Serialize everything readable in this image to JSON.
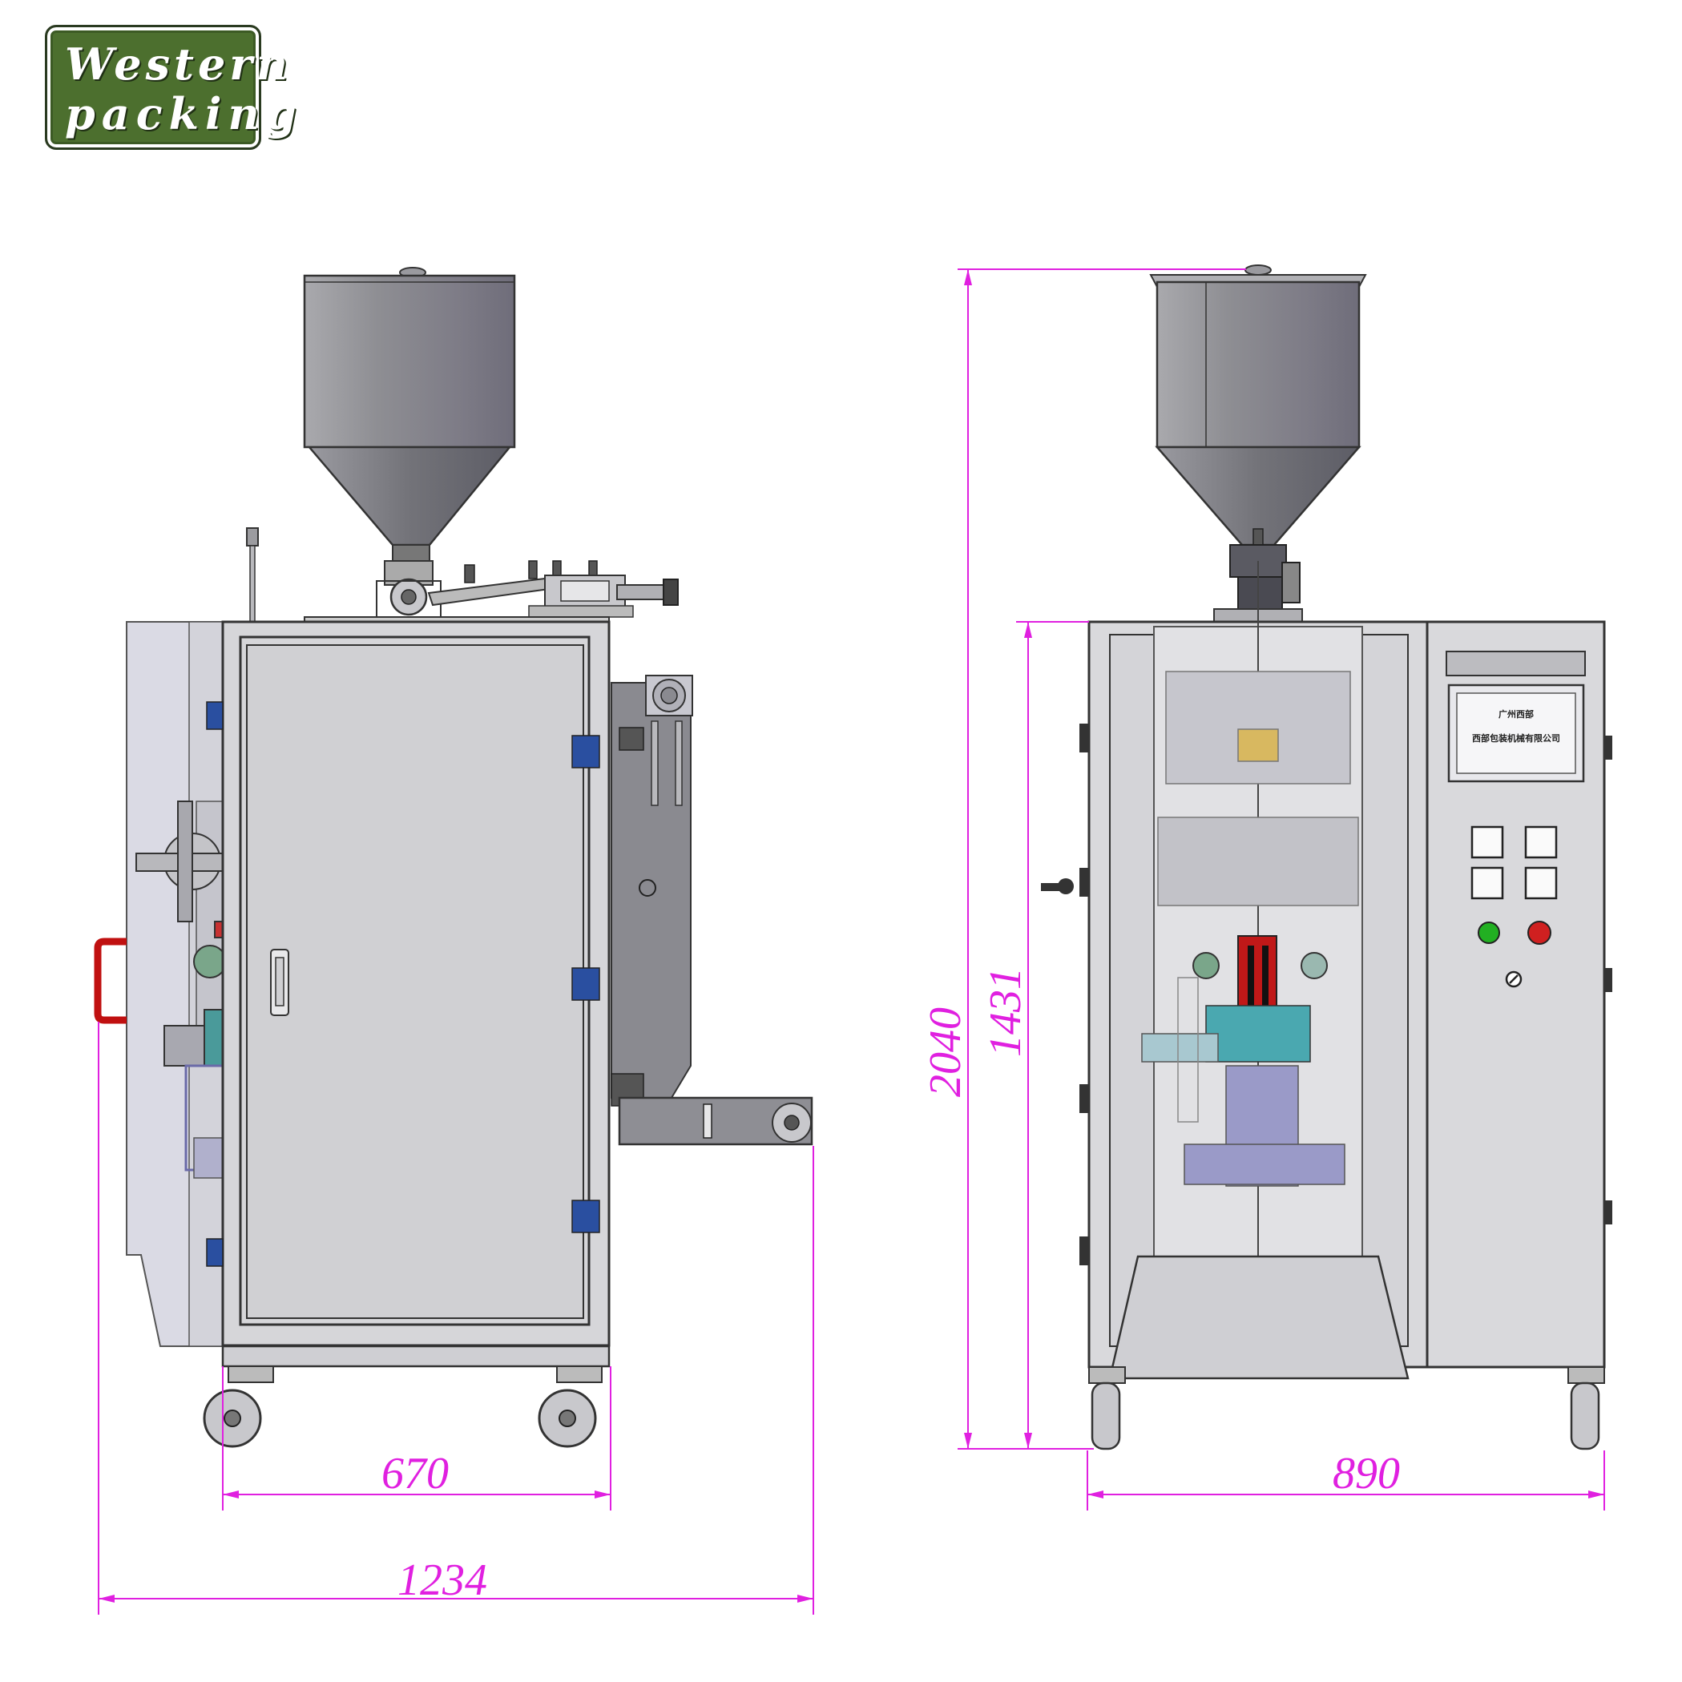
{
  "logo": {
    "line1": "Western",
    "line2": "packing"
  },
  "colors": {
    "dimension": "#e020e0",
    "frame": "#c8c8cc",
    "panel": "#d4d4d8",
    "hopper": "#8c8c92",
    "logo_bg": "#4c6f2e"
  },
  "side_view": {
    "dimensions": {
      "depth": "670",
      "overall_length": "1234"
    }
  },
  "front_view": {
    "dimensions": {
      "width": "890",
      "overall_height": "2040",
      "cabinet_height": "1431"
    },
    "hmi_screen": {
      "line1": "广州西部",
      "line2": "西部包装机械有限公司"
    }
  }
}
